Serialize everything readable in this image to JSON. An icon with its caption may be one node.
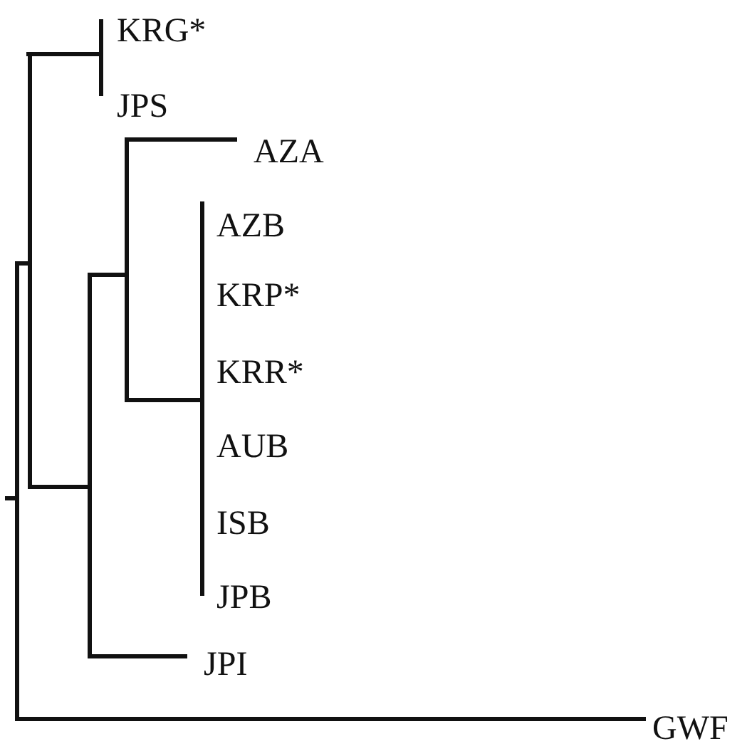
{
  "diagram": {
    "labels": [
      "KRG*",
      "JPS",
      "AZA",
      "AZB",
      "KRP*",
      "KRR*",
      "AUB",
      "ISB",
      "JPB",
      "JPI",
      "GWF"
    ]
  }
}
